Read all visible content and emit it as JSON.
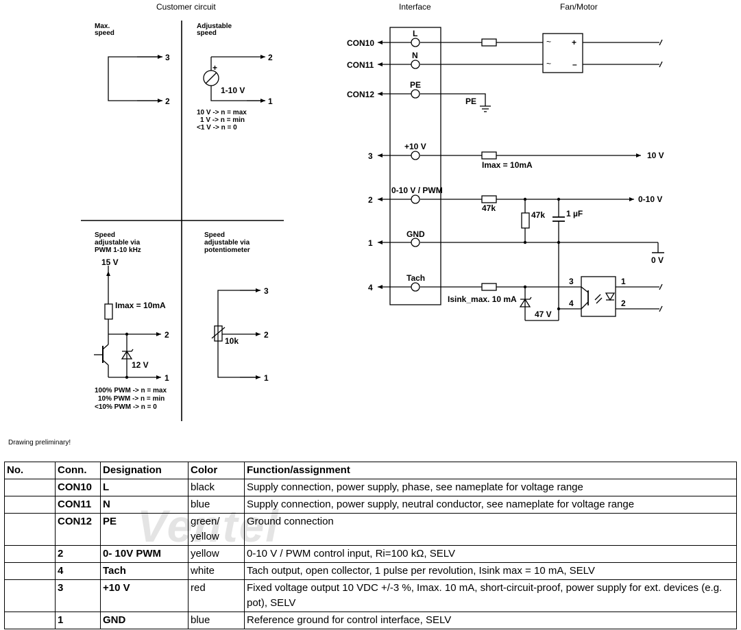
{
  "headers": {
    "customer": "Customer circuit",
    "interface": "Interface",
    "fan": "Fan/Motor"
  },
  "customer": {
    "max_speed_l1": "Max.",
    "max_speed_l2": "speed",
    "adj_l1": "Adjustable",
    "adj_l2": "speed",
    "adj_voltage": "1-10 V",
    "adj_plus": "+",
    "adj_rule1": "10 V -> n = max",
    "adj_rule2": "1 V -> n = min",
    "adj_rule3": "<1 V -> n = 0",
    "pwm_l1": "Speed",
    "pwm_l2": "adjustable via",
    "pwm_l3": "PWM 1-10 kHz",
    "pwm_supply": "15 V",
    "pwm_imax": "Imax = 10mA",
    "pwm_zener": "12 V",
    "pwm_rule1": "100% PWM -> n = max",
    "pwm_rule2": "10% PWM -> n = min",
    "pwm_rule3": "<10% PWM -> n = 0",
    "pot_l1": "Speed",
    "pot_l2": "adjustable via",
    "pot_l3": "potentiometer",
    "pot_value": "10k",
    "pin1": "1",
    "pin2": "2",
    "pin3": "3"
  },
  "interface": {
    "con10": "CON10",
    "con11": "CON11",
    "con12": "CON12",
    "pin_l": "L",
    "pin_n": "N",
    "pin_pe": "PE",
    "pe_ground": "PE",
    "pin_10v": "+10 V",
    "pin_pwm": "0-10 V / PWM",
    "pin_gnd": "GND",
    "pin_tach": "Tach",
    "ext3": "3",
    "ext2": "2",
    "ext1": "1",
    "ext4": "4",
    "imax": "Imax = 10mA",
    "r47k_a": "47k",
    "r47k_b": "47k",
    "cap": "1 µF",
    "isink": "Isink_max. 10 mA",
    "zener47": "47 V",
    "out_10v": "10 V",
    "out_010v": "0-10 V",
    "out_0v": "0 V",
    "opto3": "3",
    "opto4": "4",
    "opto1": "1",
    "opto2": "2",
    "bridge_tilde1": "~",
    "bridge_tilde2": "~",
    "bridge_plus": "+",
    "bridge_minus": "–"
  },
  "note": "Drawing preliminary!",
  "watermark": {
    "main": "Ventel",
    "tail": "el"
  },
  "table": {
    "headers": [
      "No.",
      "Conn.",
      "Designation",
      "Color",
      "Function/assignment"
    ],
    "rows": [
      {
        "no": "",
        "conn": "CON10",
        "designation": "L",
        "color": "black",
        "function": "Supply connection, power supply, phase, see nameplate for voltage range"
      },
      {
        "no": "",
        "conn": "CON11",
        "designation": "N",
        "color": "blue",
        "function": "Supply connection, power supply, neutral conductor, see nameplate for voltage range"
      },
      {
        "no": "",
        "conn": "CON12",
        "designation": "PE",
        "color": "green/ yellow",
        "function": "Ground connection"
      },
      {
        "no": "",
        "conn": "2",
        "designation": "0- 10V PWM",
        "color": "yellow",
        "function": "0-10 V / PWM control input, Ri=100 kΩ, SELV"
      },
      {
        "no": "",
        "conn": "4",
        "designation": "Tach",
        "color": "white",
        "function": "Tach output, open collector, 1 pulse per revolution, Isink max = 10 mA, SELV"
      },
      {
        "no": "",
        "conn": "3",
        "designation": "+10 V",
        "color": "red",
        "function": "Fixed voltage output 10 VDC +/-3 %, Imax. 10 mA, short-circuit-proof, power supply for ext. devices (e.g. pot), SELV"
      },
      {
        "no": "",
        "conn": "1",
        "designation": "GND",
        "color": "blue",
        "function": "Reference ground for control interface, SELV"
      }
    ]
  }
}
